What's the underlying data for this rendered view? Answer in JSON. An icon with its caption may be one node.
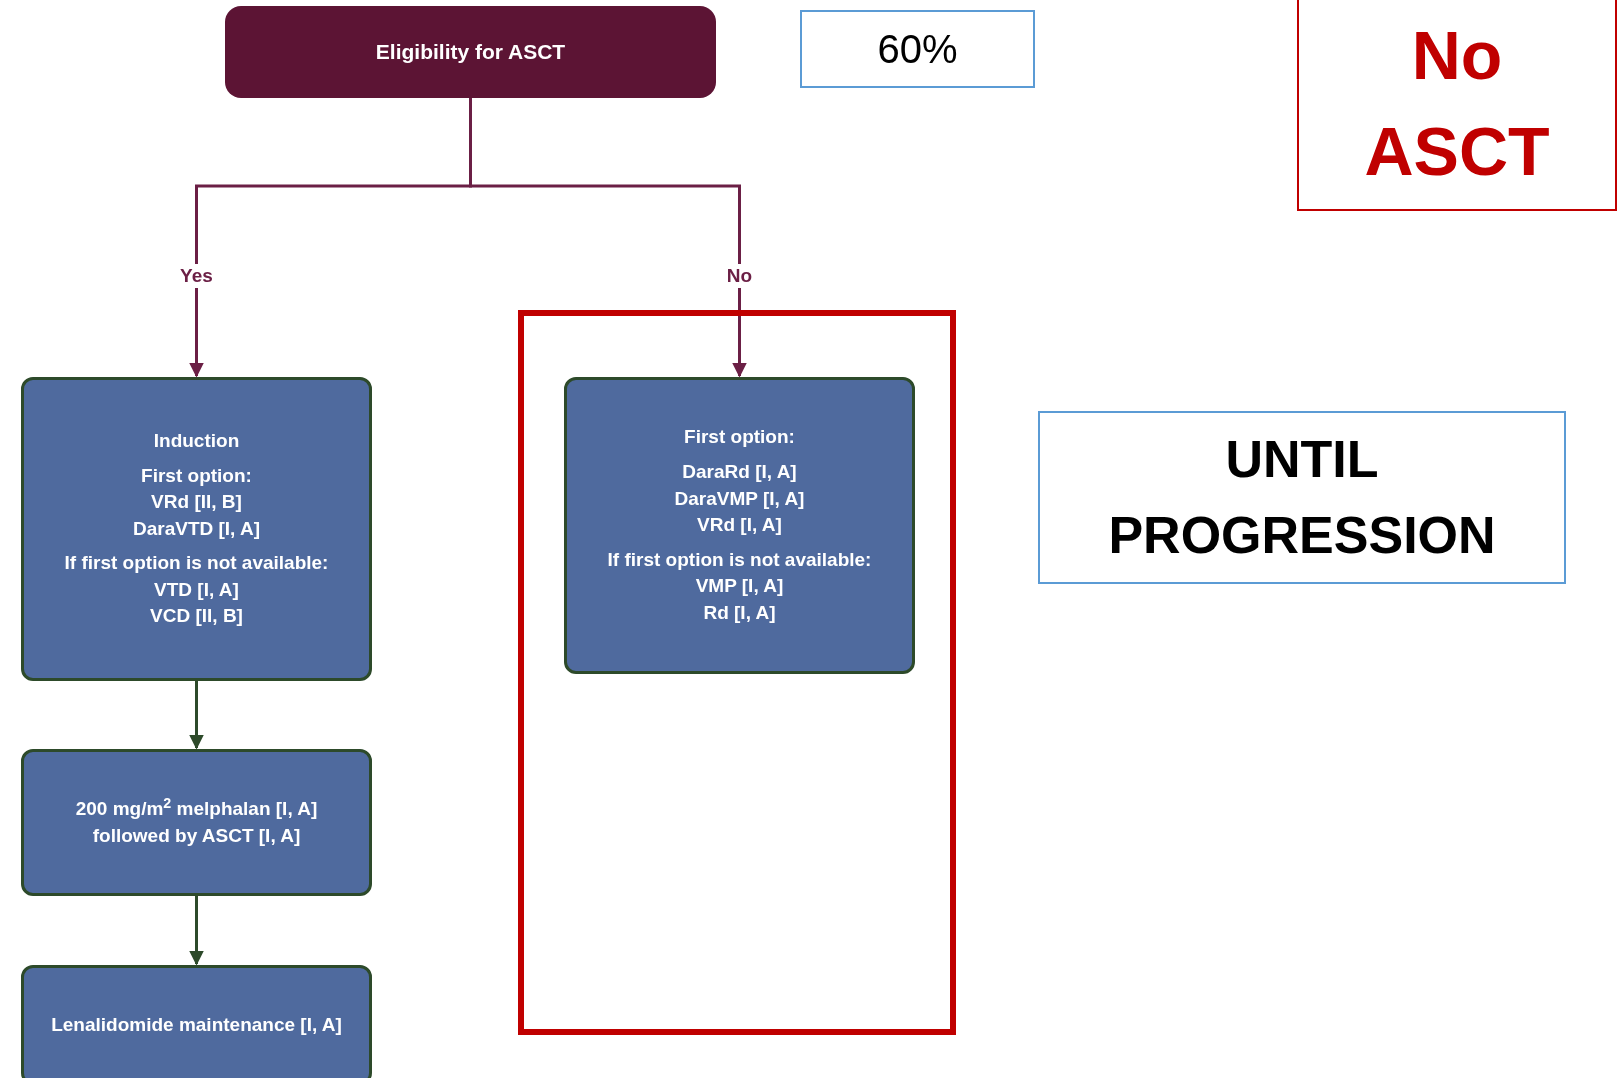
{
  "diagram": {
    "nodes": [
      {
        "text": [
          "Eligibility for ASCT"
        ]
      },
      {
        "text": [
          "60%"
        ]
      },
      {
        "text": [
          "No ASCT"
        ]
      },
      {
        "text": [
          "Induction",
          "First option:",
          "VRd [II, B]",
          "DaraVTD [I, A]",
          "If first option is not available:",
          "VTD [I, A]",
          "VCD [II, B]"
        ]
      },
      {
        "text": [],
        "shape": "box"
      },
      {
        "text": [
          "First option:",
          "DaraRd [I, A]",
          "DaraVMP [I, A]",
          "VRd [I, A]",
          "If first option is not available:",
          "VMP [I, A]",
          "Rd [I, A]"
        ],
        "in": 4
      },
      {
        "text": [
          "UNTIL PROGRESSION"
        ]
      },
      {
        "text": [
          "200 mg/m$^{2}$ melphalan [I, A] followed by ASCT [I, A]"
        ]
      },
      {
        "text": [
          "Lenalidomide maintenance [I, A]"
        ]
      }
    ],
    "edges": [
      {
        "from": 0,
        "to": 3,
        "arrow": "to",
        "label": "Yes",
        "color": "#6b1f45"
      },
      {
        "from": 0,
        "to": 5,
        "arrow": "to",
        "label": "No",
        "color": "#6b1f45"
      },
      {
        "from": 3,
        "to": 7,
        "arrow": "to"
      },
      {
        "from": 7,
        "to": 8,
        "arrow": "to"
      }
    ]
  }
}
